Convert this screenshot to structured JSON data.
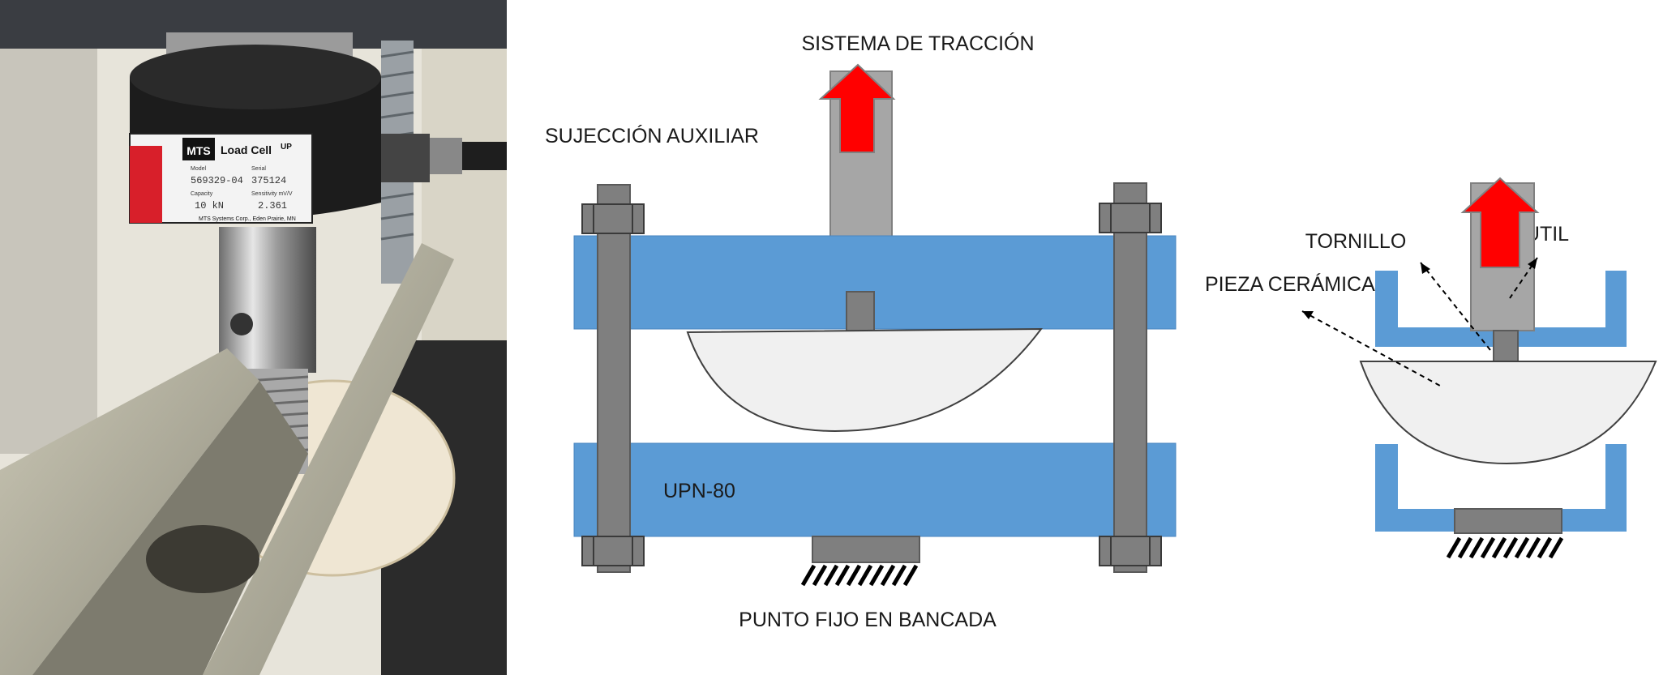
{
  "photo": {
    "load_cell": {
      "brand": "MTS",
      "title": "Load Cell",
      "up": "UP",
      "model_head": "Model",
      "model": "569329-04",
      "serial_head": "Serial",
      "serial": "375124",
      "capacity_head": "Capacity",
      "capacity": "10 kN",
      "sensitivity_head": "Sensitivity mV/V",
      "sensitivity": "2.361",
      "maker": "MTS Systems Corp., Eden Prairie, MN"
    }
  },
  "labels": {
    "sistema": "SISTEMA DE TRACCIÓN",
    "sujecion": "SUJECCIÓN AUXILIAR",
    "upn": "UPN-80",
    "punto": "PUNTO FIJO EN BANCADA",
    "tornillo": "TORNILLO",
    "util": "ÚTIL",
    "pieza": "PIEZA CERÁMICA"
  },
  "colors": {
    "beam": "#5b9bd5",
    "bolt": "#7f7f7f",
    "grip": "#a6a6a6",
    "arrow": "#ff0000",
    "ceramic": "#f0f0f0"
  }
}
